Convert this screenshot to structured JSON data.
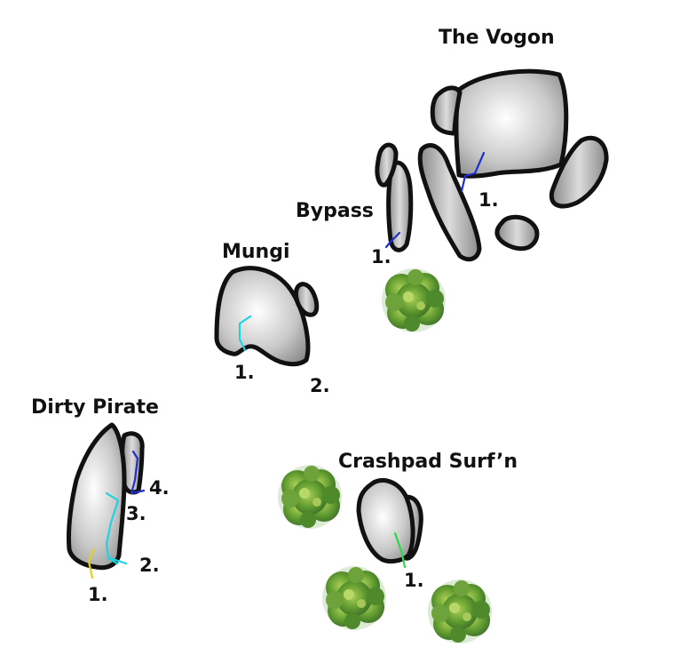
{
  "boulders": {
    "vogon": {
      "name": "The Vogon",
      "routes": [
        "1."
      ]
    },
    "bypass": {
      "name": "Bypass",
      "routes": [
        "1."
      ]
    },
    "mungi": {
      "name": "Mungi",
      "routes": [
        "1.",
        "2."
      ]
    },
    "dirty_pirate": {
      "name": "Dirty Pirate",
      "routes": [
        "1.",
        "2.",
        "3.",
        "4."
      ]
    },
    "crashpad": {
      "name": "Crashpad Surf’n",
      "routes": [
        "1."
      ]
    }
  },
  "colors": {
    "rock_outline": "#111111",
    "rock_light": "#ffffff",
    "rock_dark": "#8a8a8a",
    "route_dark_blue": "#1f2fd0",
    "route_cyan": "#1fd3e0",
    "route_yellow": "#e0d21a",
    "route_green": "#2ed84a",
    "tree_green": "#5f9a2f"
  },
  "icons": [
    "tree-icon"
  ]
}
